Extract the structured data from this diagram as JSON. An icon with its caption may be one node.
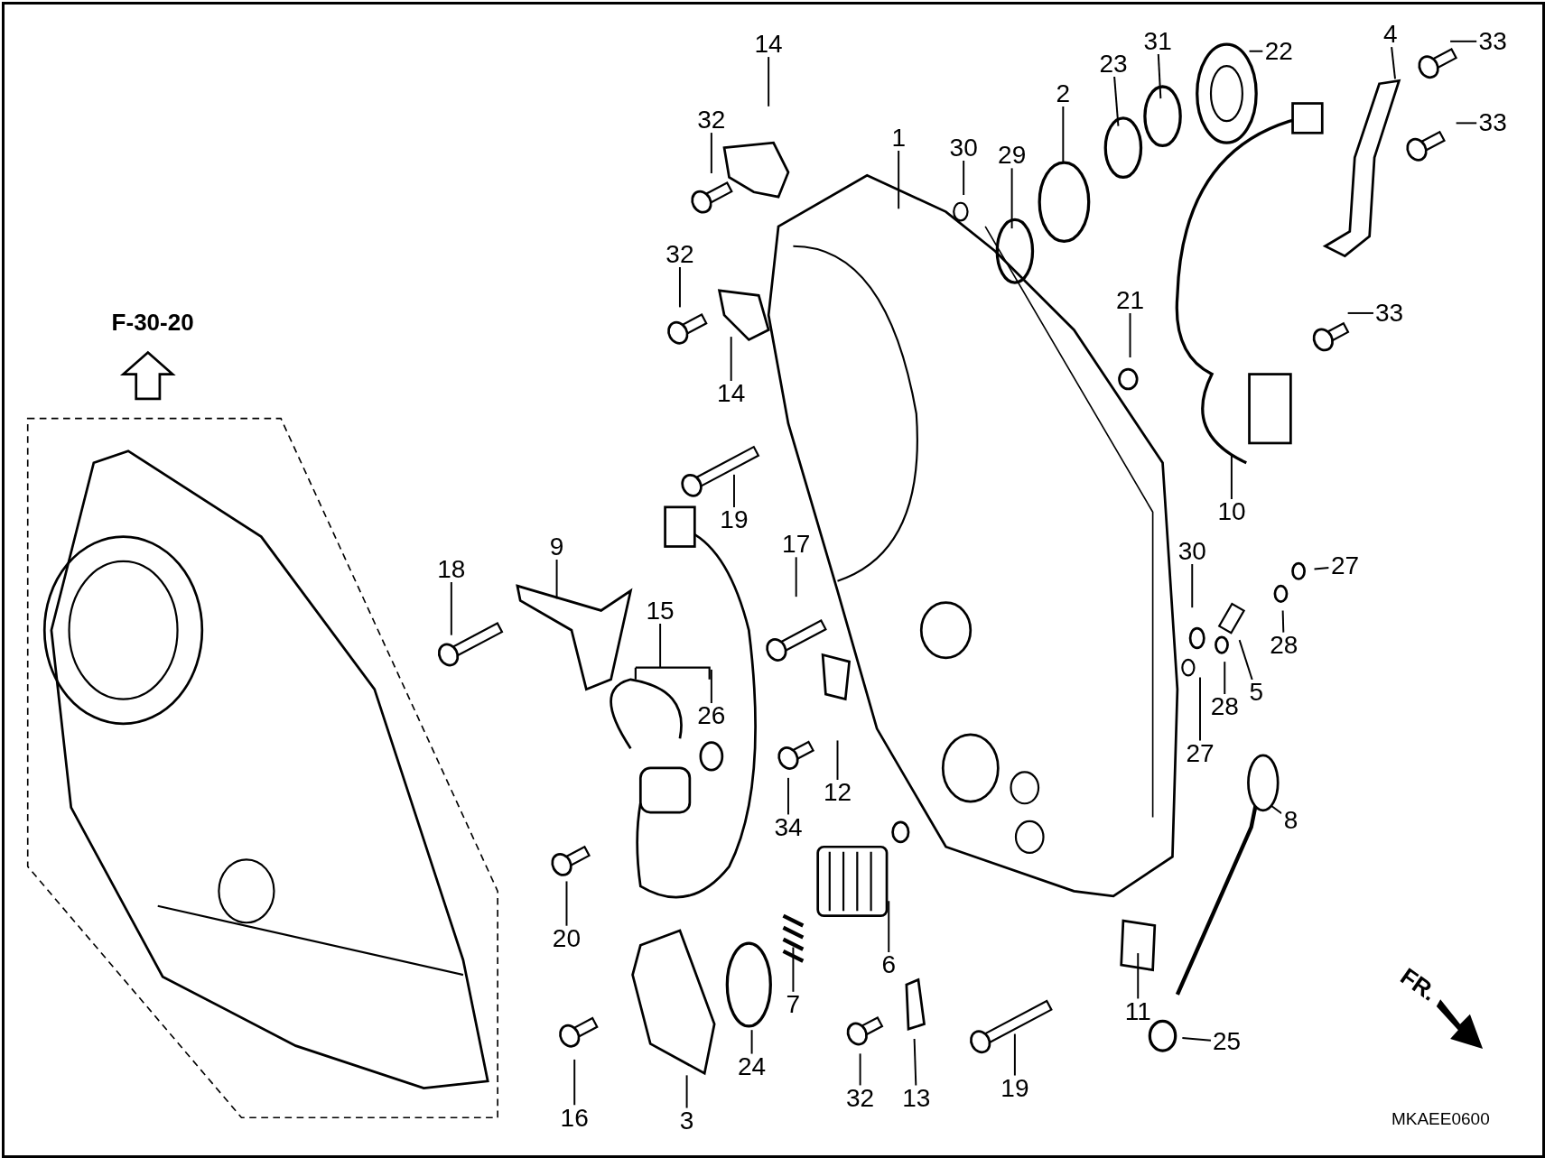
{
  "diagram": {
    "nodes": [
      {
        "text": [
          "14"
        ]
      },
      {
        "text": [
          "32"
        ]
      },
      {
        "text": [
          "32"
        ]
      },
      {
        "text": [
          "14"
        ]
      },
      {
        "text": [
          "1"
        ]
      },
      {
        "text": [
          "30"
        ]
      },
      {
        "text": [
          "29"
        ]
      },
      {
        "text": [
          "2"
        ]
      },
      {
        "text": [
          "23"
        ]
      },
      {
        "text": [
          "31"
        ]
      },
      {
        "text": [
          "22"
        ]
      },
      {
        "text": [
          "4"
        ]
      },
      {
        "text": [
          "33"
        ]
      },
      {
        "text": [
          "33"
        ]
      },
      {
        "text": [
          "33"
        ]
      },
      {
        "text": [
          "21"
        ]
      },
      {
        "text": [
          "10"
        ]
      },
      {
        "text": [
          "30"
        ]
      },
      {
        "text": [
          "27"
        ]
      },
      {
        "text": [
          "28"
        ]
      },
      {
        "text": [
          "5"
        ]
      },
      {
        "text": [
          "28"
        ]
      },
      {
        "text": [
          "27"
        ]
      },
      {
        "text": [
          "8"
        ]
      },
      {
        "text": [
          "11"
        ]
      },
      {
        "text": [
          "25"
        ]
      },
      {
        "text": [
          "19"
        ]
      },
      {
        "text": [
          "13"
        ]
      },
      {
        "text": [
          "32"
        ]
      },
      {
        "text": [
          "6"
        ]
      },
      {
        "text": [
          "7"
        ]
      },
      {
        "text": [
          "24"
        ]
      },
      {
        "text": [
          "3"
        ]
      },
      {
        "text": [
          "16"
        ]
      },
      {
        "text": [
          "20"
        ]
      },
      {
        "text": [
          "34"
        ]
      },
      {
        "text": [
          "12"
        ]
      },
      {
        "text": [
          "17"
        ]
      },
      {
        "text": [
          "19"
        ]
      },
      {
        "text": [
          "15"
        ]
      },
      {
        "text": [
          "26"
        ]
      },
      {
        "text": [
          "9"
        ]
      },
      {
        "text": [
          "18"
        ]
      }
    ],
    "edges": [
      {
        "from": 0,
        "to": null,
        "arrow": "none"
      },
      {
        "from": 1,
        "to": null,
        "arrow": "none"
      },
      {
        "from": 2,
        "to": null,
        "arrow": "none"
      },
      {
        "from": 3,
        "to": null,
        "arrow": "none"
      },
      {
        "from": 4,
        "to": null,
        "arrow": "none"
      },
      {
        "from": 5,
        "to": null,
        "arrow": "none"
      },
      {
        "from": 6,
        "to": null,
        "arrow": "none"
      },
      {
        "from": 7,
        "to": null,
        "arrow": "none"
      },
      {
        "from": 8,
        "to": null,
        "arrow": "none"
      },
      {
        "from": 9,
        "to": null,
        "arrow": "none"
      },
      {
        "from": 10,
        "to": null,
        "arrow": "none"
      },
      {
        "from": 11,
        "to": null,
        "arrow": "none"
      },
      {
        "from": 12,
        "to": null,
        "arrow": "none"
      },
      {
        "from": 13,
        "to": null,
        "arrow": "none"
      },
      {
        "from": 14,
        "to": null,
        "arrow": "none"
      },
      {
        "from": 15,
        "to": null,
        "arrow": "none"
      },
      {
        "from": 16,
        "to": null,
        "arrow": "none"
      },
      {
        "from": 17,
        "to": null,
        "arrow": "none"
      },
      {
        "from": 18,
        "to": null,
        "arrow": "none"
      },
      {
        "from": 19,
        "to": null,
        "arrow": "none"
      },
      {
        "from": 20,
        "to": null,
        "arrow": "none"
      },
      {
        "from": 21,
        "to": null,
        "arrow": "none"
      },
      {
        "from": 22,
        "to": null,
        "arrow": "none"
      },
      {
        "from": 23,
        "to": null,
        "arrow": "none"
      },
      {
        "from": 24,
        "to": null,
        "arrow": "none"
      },
      {
        "from": 25,
        "to": null,
        "arrow": "none"
      },
      {
        "from": 26,
        "to": null,
        "arrow": "none"
      },
      {
        "from": 27,
        "to": null,
        "arrow": "none"
      },
      {
        "from": 28,
        "to": null,
        "arrow": "none"
      },
      {
        "from": 29,
        "to": null,
        "arrow": "none"
      },
      {
        "from": 30,
        "to": null,
        "arrow": "none"
      },
      {
        "from": 31,
        "to": null,
        "arrow": "none"
      },
      {
        "from": 32,
        "to": null,
        "arrow": "none"
      },
      {
        "from": 33,
        "to": null,
        "arrow": "none"
      },
      {
        "from": 34,
        "to": null,
        "arrow": "none"
      },
      {
        "from": 35,
        "to": null,
        "arrow": "none"
      },
      {
        "from": 36,
        "to": null,
        "arrow": "none"
      },
      {
        "from": 37,
        "to": null,
        "arrow": "none"
      },
      {
        "from": 38,
        "to": null,
        "arrow": "none"
      },
      {
        "from": 39,
        "to": null,
        "arrow": "none"
      },
      {
        "from": 40,
        "to": null,
        "arrow": "none"
      },
      {
        "from": 41,
        "to": null,
        "arrow": "none"
      },
      {
        "from": 42,
        "to": null,
        "arrow": "none"
      }
    ],
    "labels": [
      "F-30-20",
      "FR.",
      "MKAEE0600"
    ]
  }
}
